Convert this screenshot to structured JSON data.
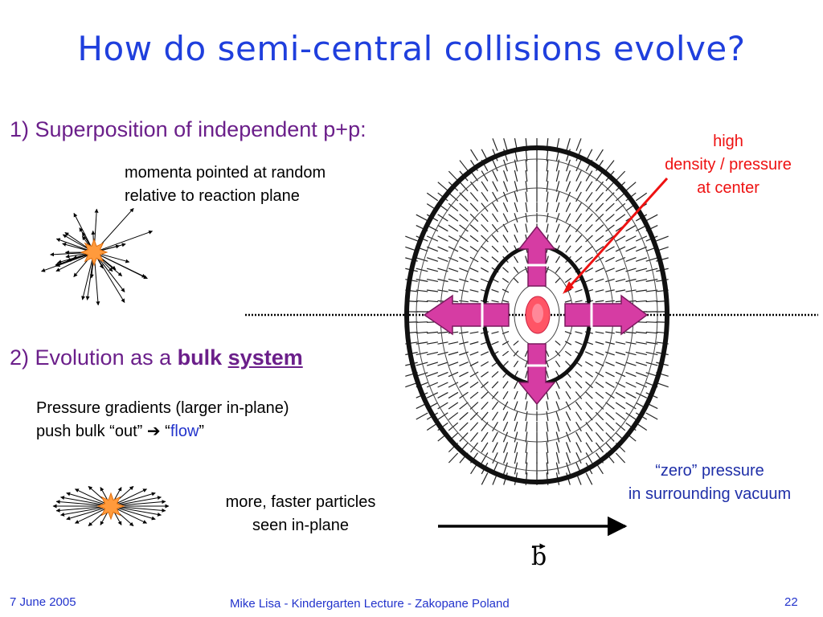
{
  "title": "How do semi-central collisions evolve?",
  "section1": {
    "heading": "1) Superposition of independent p+p:",
    "desc_line1": "momenta pointed at random",
    "desc_line2": "relative to reaction plane"
  },
  "section2": {
    "heading_prefix": "2) Evolution as a ",
    "heading_bold": "bulk",
    "heading_underlined": "system",
    "desc_line1": "Pressure gradients (larger in-plane)",
    "desc_line2_prefix": "push bulk “out” ",
    "desc_arrow": "➔",
    "desc_quote_open": " “",
    "desc_flow": "flow",
    "desc_quote_close": "”",
    "caption_line1": "more, faster particles",
    "caption_line2": "seen in-plane"
  },
  "labels": {
    "high_line1": "high",
    "high_line2": "density / pressure",
    "high_line3": "at center",
    "zero_line1": "“zero” pressure",
    "zero_line2": "in surrounding vacuum",
    "impact_vector": "b"
  },
  "footer": {
    "date": "7 June 2005",
    "center": "Mike Lisa - Kindergarten Lecture - Zakopane Poland",
    "page": "22"
  },
  "colors": {
    "title": "#1f3fdd",
    "heading": "#6b1f8a",
    "annotation_red": "#ee1111",
    "annotation_blue": "#1f2fa8",
    "pressure_arrow": "#d63ca3",
    "center_blob": "#ff5566",
    "burst_center": "#ff9a3c"
  },
  "icons": [
    "random-burst-icon",
    "inplane-burst-icon",
    "pressure-arrow-icon"
  ]
}
